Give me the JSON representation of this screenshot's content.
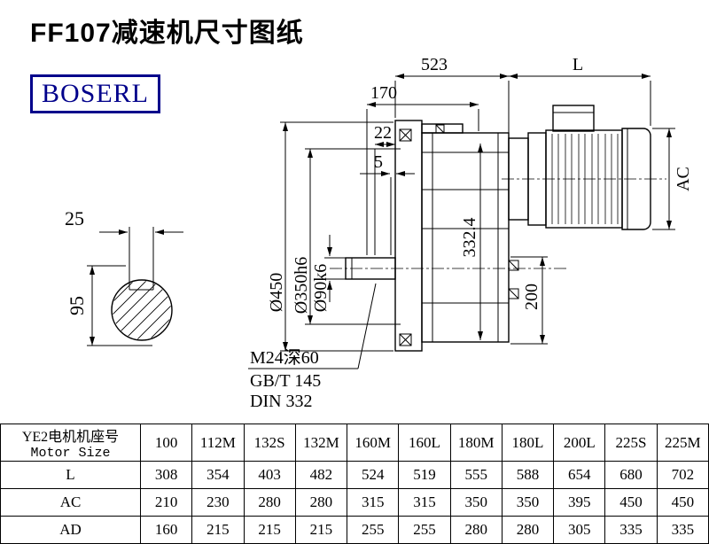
{
  "page": {
    "title": "FF107减速机尺寸图纸",
    "brand": "BOSERL"
  },
  "drawing": {
    "dims": {
      "top_length": "523",
      "motor_length": "L",
      "d170": "170",
      "d22": "22",
      "d5": "5",
      "ac": "AC",
      "d332": "332.4",
      "flange_dia": "Ø450",
      "spigot_dia": "Ø350h6",
      "shaft_dia": "Ø90k6",
      "d200": "200",
      "key_width": "25",
      "shaft_height": "95"
    },
    "notes": [
      "M24深60",
      "GB/T 145",
      "DIN 332"
    ]
  },
  "table": {
    "header": {
      "line1": "YE2电机机座号",
      "line2": "Motor Size"
    },
    "columns": [
      "100",
      "112M",
      "132S",
      "132M",
      "160M",
      "160L",
      "180M",
      "180L",
      "200L",
      "225S",
      "225M"
    ],
    "rows": [
      {
        "label": "L",
        "values": [
          "308",
          "354",
          "403",
          "482",
          "524",
          "519",
          "555",
          "588",
          "654",
          "680",
          "702"
        ]
      },
      {
        "label": "AC",
        "values": [
          "210",
          "230",
          "280",
          "280",
          "315",
          "315",
          "350",
          "350",
          "395",
          "450",
          "450"
        ]
      },
      {
        "label": "AD",
        "values": [
          "160",
          "215",
          "215",
          "215",
          "255",
          "255",
          "280",
          "280",
          "305",
          "335",
          "335"
        ]
      }
    ]
  }
}
